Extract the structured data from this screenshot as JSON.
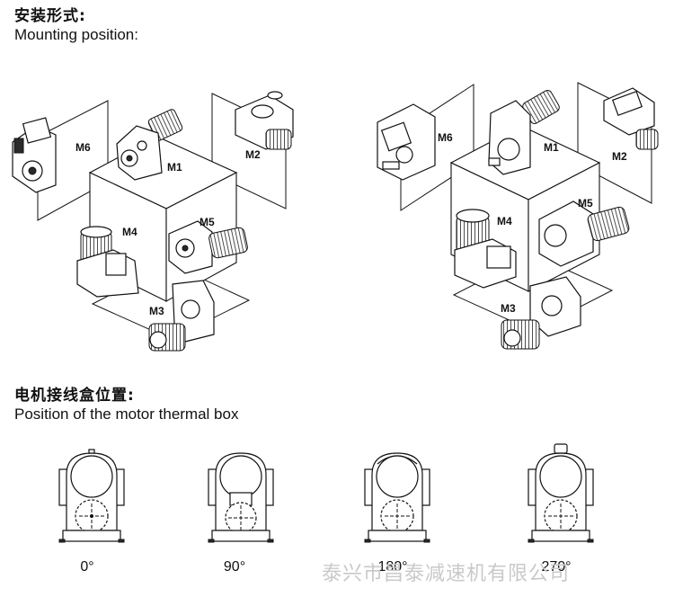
{
  "section_mounting": {
    "title_cn": "安装形式:",
    "title_en": "Mounting position:"
  },
  "mounting_labels": [
    "M1",
    "M2",
    "M3",
    "M4",
    "M5",
    "M6"
  ],
  "section_thermal": {
    "title_cn": "电机接线盒位置:",
    "title_en": "Position of the motor thermal box"
  },
  "thermal_positions": [
    {
      "angle": "0°"
    },
    {
      "angle": "90°"
    },
    {
      "angle": "180°"
    },
    {
      "angle": "270°"
    }
  ],
  "watermark": "泰兴市昌泰减速机有限公司"
}
